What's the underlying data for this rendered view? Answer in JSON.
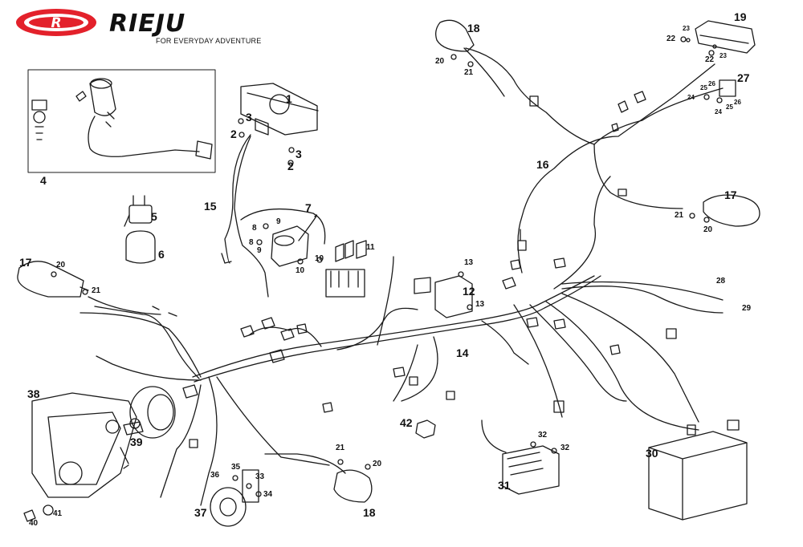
{
  "brand": {
    "logo_letter": "R",
    "name": "RIEJU",
    "tagline": "FOR EVERYDAY ADVENTURE",
    "color": "#e3212b"
  },
  "diagram": {
    "line_color": "#1a1a1a",
    "callouts": [
      "1",
      "2",
      "3",
      "4",
      "5",
      "6",
      "7",
      "8",
      "9",
      "10",
      "11",
      "12",
      "13",
      "14",
      "15",
      "16",
      "17",
      "18",
      "19",
      "20",
      "21",
      "22",
      "23",
      "24",
      "25",
      "26",
      "27",
      "28",
      "29",
      "30",
      "31",
      "32",
      "33",
      "34",
      "35",
      "36",
      "37",
      "38",
      "39",
      "40",
      "41",
      "42"
    ]
  }
}
